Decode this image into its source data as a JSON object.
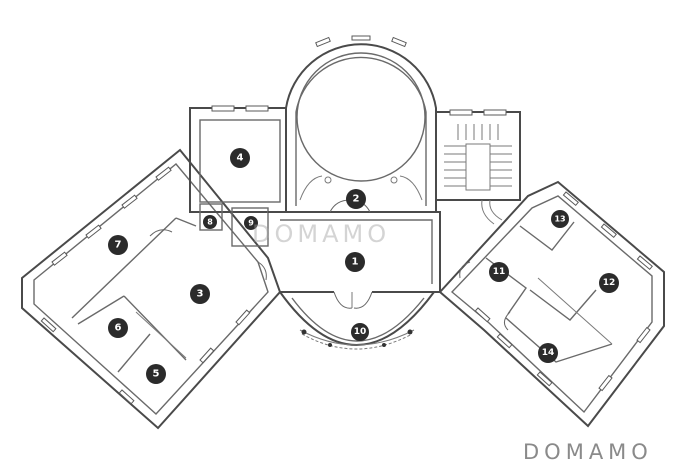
{
  "watermark": {
    "center": "DOMAMO",
    "corner": "DOMAMO"
  },
  "rooms": [
    "1",
    "2",
    "3",
    "4",
    "5",
    "6",
    "7",
    "8",
    "9",
    "10",
    "11",
    "12",
    "13",
    "14"
  ]
}
